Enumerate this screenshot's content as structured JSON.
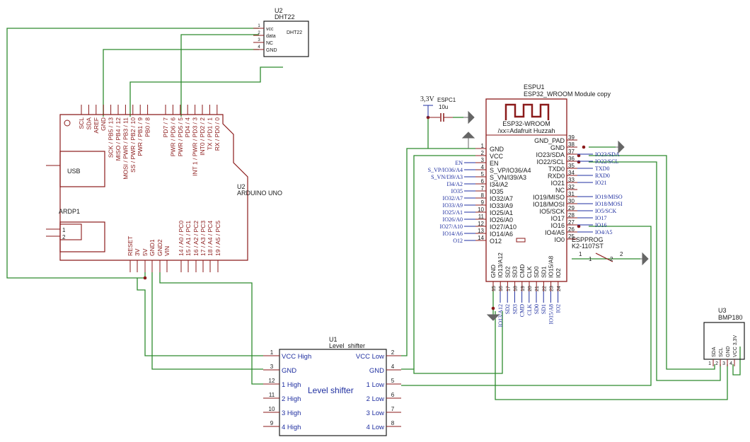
{
  "colors": {
    "wire": "#2e8b2e",
    "part": "#8b1a1a",
    "text": "#1a1a1a",
    "net": "#1f2fa0",
    "background": "#ffffff"
  },
  "dht22": {
    "ref": "U2",
    "value": "DHT22",
    "body_label": "DHT22",
    "pins": [
      "vcc",
      "data",
      "NC",
      "GND"
    ],
    "pin_numbers": [
      "1",
      "2",
      "3",
      "4"
    ]
  },
  "arduino": {
    "ref": "U2",
    "value": "ARDUINO UNO",
    "usb_label": "USB",
    "top_pins": [
      "SCL",
      "SDA",
      "AREF",
      "GND",
      "SCK / PB5 / 13",
      "MISO / PB4 / 12",
      "MOSI / PWR / PB3 / 11",
      "SS / PWR / PB2 / 10",
      "PWR / PB1 / 9",
      "PB0 / 8",
      "PD7 / 7",
      "PWR / PD6 / 6",
      "PWR / PD5 / 5",
      "PD4 / 4",
      "INT 1 / PWR / PD3 / 3",
      "INT0 / PD2 / 2",
      "TX / PD1 / 1",
      "RX / PD0 / 0"
    ],
    "bottom_pins": [
      "RESET",
      "3V",
      "5V",
      "GND1",
      "GND2",
      "VIN",
      "14 / A0 / PC0",
      "15 / A1 / PC1",
      "16 / A2 / PC2",
      "17 / A3 / PC3",
      "18 / A4 / PC4",
      "19 / A5 / PC5"
    ]
  },
  "ardp1": {
    "ref": "ARDP1",
    "pins": [
      "1",
      "2"
    ]
  },
  "capacitor": {
    "ref": "ESPC1",
    "value": "10u",
    "supply": "3,3V"
  },
  "esp32": {
    "ref": "ESPU1",
    "value": "ESP32_WROOM Module copy",
    "line1": "ESP32-WROOM",
    "line2": "/xx=Adafruit Huzzah",
    "left_pins": [
      {
        "name": "GND",
        "num": "1"
      },
      {
        "name": "VCC",
        "num": "2"
      },
      {
        "name": "EN",
        "num": "3"
      },
      {
        "name": "S_VP/IO36/A4",
        "num": "4"
      },
      {
        "name": "S_VN/I39/A3",
        "num": "5"
      },
      {
        "name": "I34/A2",
        "num": "6"
      },
      {
        "name": "IO35",
        "num": "7"
      },
      {
        "name": "IO32/A7",
        "num": "8"
      },
      {
        "name": "IO33/A9",
        "num": "9"
      },
      {
        "name": "IO25/A1",
        "num": "10"
      },
      {
        "name": "IO26/A0",
        "num": "11"
      },
      {
        "name": "IO27/A10",
        "num": "12"
      },
      {
        "name": "IO14/A6",
        "num": "13"
      },
      {
        "name": "O12",
        "num": "14"
      }
    ],
    "right_pins": [
      {
        "name": "GND_PAD",
        "num": "39"
      },
      {
        "name": "GND",
        "num": "38"
      },
      {
        "name": "IO23/SDA",
        "num": "37"
      },
      {
        "name": "IO22/SCL",
        "num": "36"
      },
      {
        "name": "TXD0",
        "num": "35"
      },
      {
        "name": "RXD0",
        "num": "34"
      },
      {
        "name": "IO21",
        "num": "33"
      },
      {
        "name": "NC",
        "num": "32"
      },
      {
        "name": "IO19/MISO",
        "num": "31"
      },
      {
        "name": "IO18/MOSI",
        "num": "30"
      },
      {
        "name": "IO5/SCK",
        "num": "29"
      },
      {
        "name": "IO17",
        "num": "28"
      },
      {
        "name": "IO16",
        "num": "27"
      },
      {
        "name": "IO4/A5",
        "num": "26"
      },
      {
        "name": "IO0",
        "num": "25"
      }
    ],
    "bottom_pins": [
      {
        "name": "GND",
        "num": "15"
      },
      {
        "name": "IO13/A12",
        "num": "16"
      },
      {
        "name": "SD2",
        "num": "17"
      },
      {
        "name": "SD3",
        "num": "18"
      },
      {
        "name": "CMD",
        "num": "19"
      },
      {
        "name": "CLK",
        "num": "20"
      },
      {
        "name": "SD0",
        "num": "21"
      },
      {
        "name": "SD1",
        "num": "22"
      },
      {
        "name": "IO15/A8",
        "num": "23"
      },
      {
        "name": "IO2",
        "num": "24"
      }
    ],
    "left_net_labels": [
      "EN",
      "S_VP/IO36/A4",
      "S_VN/I39/A3",
      "I34/A2",
      "IO35",
      "IO32/A7",
      "IO33/A9",
      "IO25/A1",
      "IO26/A0",
      "IO27/A10",
      "IO14/A6",
      "O12"
    ],
    "right_net_labels": [
      "IO23/SDA",
      "IO22/SCL",
      "TXD0",
      "RXD0",
      "IO21",
      "IO19/MISO",
      "IO18/MOSI",
      "IO5/SCK",
      "IO17",
      "IO16",
      "IO4/A5"
    ],
    "bottom_net_labels": [
      "IO13/A12",
      "SD2",
      "SD3",
      "CMD",
      "CLK",
      "SD0",
      "SD1",
      "IO15/A8",
      "IO2"
    ]
  },
  "espprog": {
    "ref": "ESPPROG",
    "value": "K2-1107ST",
    "pins": [
      "1",
      "1",
      "2",
      "2"
    ]
  },
  "bmp180": {
    "ref": "U3",
    "value": "BMP180",
    "pins": [
      "SDA",
      "SCL",
      "GND",
      "VCC 3,3V"
    ],
    "pin_numbers": [
      "1",
      "2",
      "3",
      "4"
    ]
  },
  "level_shifter": {
    "ref": "U1",
    "value": "Level_shifter",
    "body_label": "Level shifter",
    "left_pins": [
      {
        "name": "VCC High",
        "num": "1"
      },
      {
        "name": "GND",
        "num": "3"
      },
      {
        "name": "1 High",
        "num": "12"
      },
      {
        "name": "2 High",
        "num": "11"
      },
      {
        "name": "3 High",
        "num": "10"
      },
      {
        "name": "4 High",
        "num": "9"
      }
    ],
    "right_pins": [
      {
        "name": "VCC Low",
        "num": "2"
      },
      {
        "name": "GND",
        "num": "4"
      },
      {
        "name": "1 Low",
        "num": "5"
      },
      {
        "name": "2 Low",
        "num": "6"
      },
      {
        "name": "3 Low",
        "num": "7"
      },
      {
        "name": "4 Low",
        "num": "8"
      }
    ]
  }
}
